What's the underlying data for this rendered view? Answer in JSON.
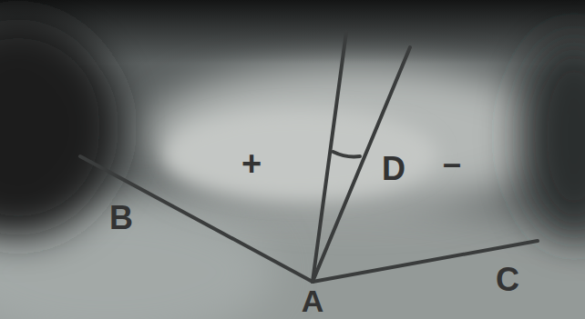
{
  "diagram": {
    "labels": [
      "+",
      "D",
      "–",
      "B",
      "C",
      "A"
    ]
  }
}
